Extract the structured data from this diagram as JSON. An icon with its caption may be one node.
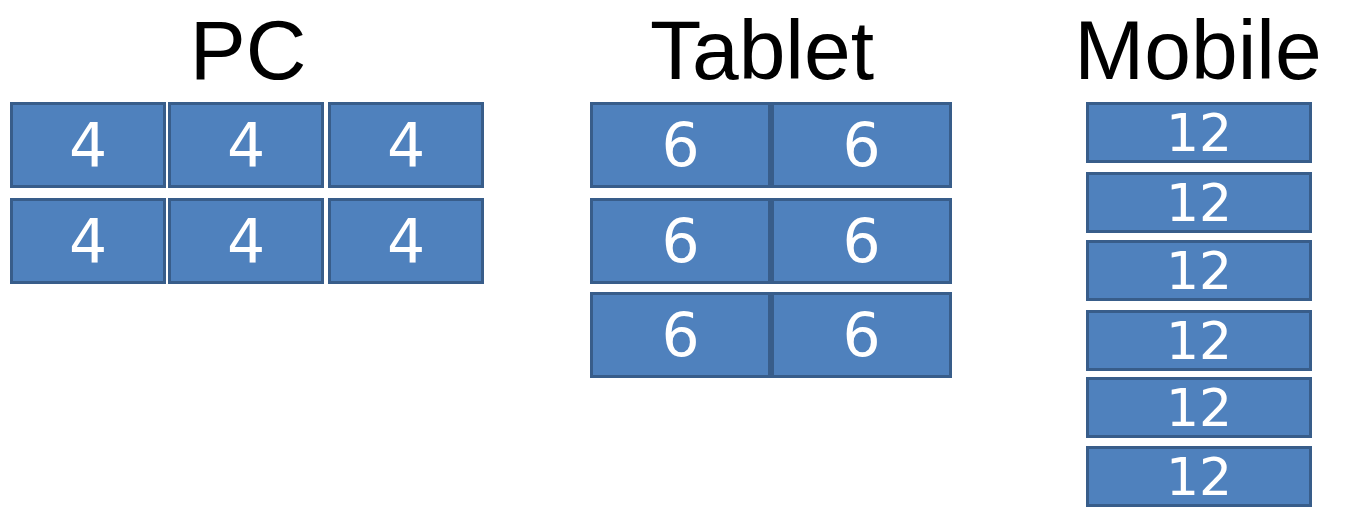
{
  "diagram": {
    "nodes": [
      {
        "text": [
          "4"
        ]
      },
      {
        "text": [
          "4"
        ]
      },
      {
        "text": [
          "4"
        ]
      },
      {
        "text": [
          "4"
        ]
      },
      {
        "text": [
          "4"
        ]
      },
      {
        "text": [
          "4"
        ]
      },
      {
        "text": [
          "6"
        ]
      },
      {
        "text": [
          "6"
        ]
      },
      {
        "text": [
          "6"
        ]
      },
      {
        "text": [
          "6"
        ]
      },
      {
        "text": [
          "6"
        ]
      },
      {
        "text": [
          "6"
        ]
      },
      {
        "text": [
          "12"
        ]
      },
      {
        "text": [
          "12"
        ]
      },
      {
        "text": [
          "12"
        ]
      },
      {
        "text": [
          "12"
        ]
      },
      {
        "text": [
          "12"
        ]
      },
      {
        "text": [
          "12"
        ]
      }
    ],
    "labels": [
      "PC",
      "Tablet",
      "Mobile"
    ]
  }
}
